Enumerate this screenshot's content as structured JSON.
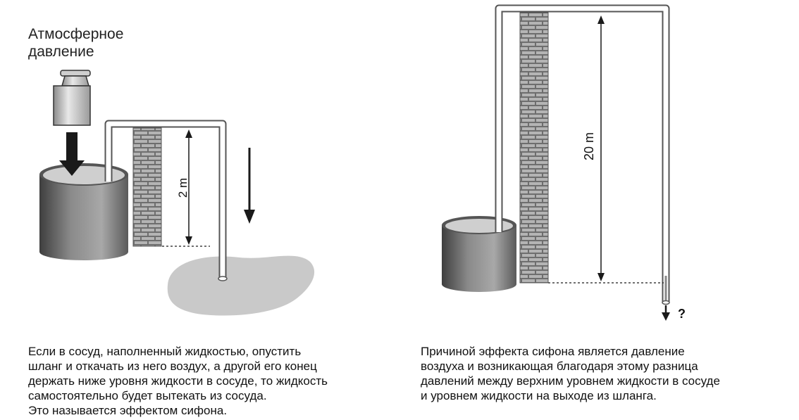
{
  "labels": {
    "atmospheric_line1": "Атмосферное",
    "atmospheric_line2": "давление",
    "height_left": "2 m",
    "height_right": "20 m",
    "question": "?"
  },
  "captions": {
    "left": [
      "Если в сосуд, наполненный жидкостью, опустить",
      "шланг и откачать из него воздух, а другой его конец",
      "держать ниже уровня жидкости в сосуде, то жидкость",
      "самостоятельно будет вытекать из сосуда.",
      "Это называется эффектом сифона."
    ],
    "right": [
      "Причиной эффекта сифона является давление",
      "воздуха и возникающая благодаря этому разница",
      "давлений между верхним уровнем жидкости в сосуде",
      "и уровнем жидкости на выходе из шланга."
    ]
  },
  "colors": {
    "vessel_dark": "#4a4a4a",
    "vessel_light": "#9a9a9a",
    "liquid": "#c8c8c8",
    "pipe": "#ffffff",
    "wall": "#6e6e6e",
    "arrow": "#1a1a1a"
  }
}
